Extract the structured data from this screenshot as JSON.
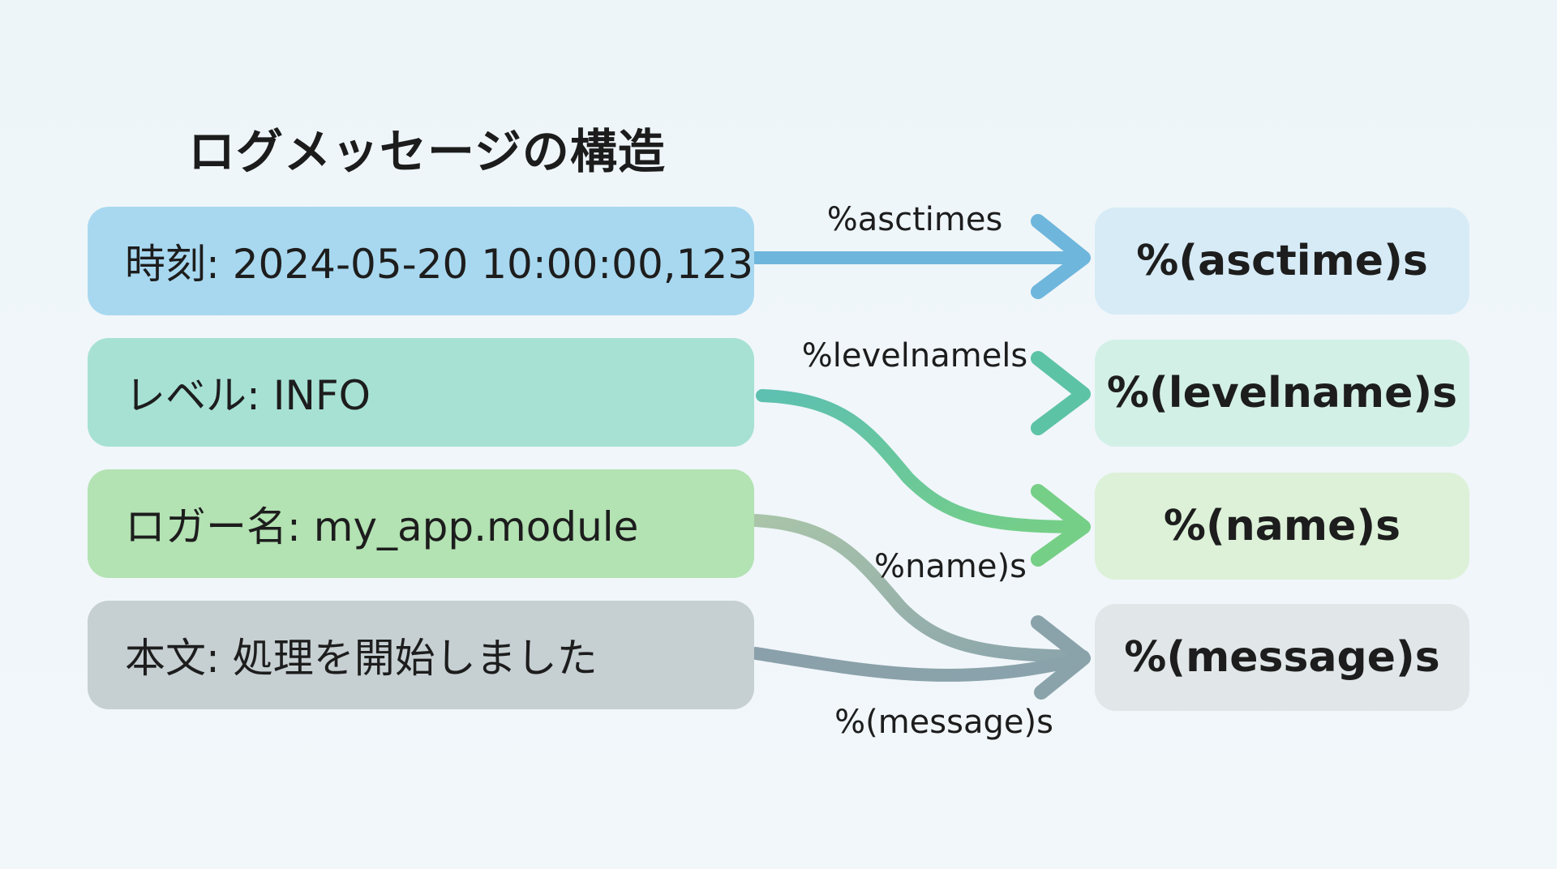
{
  "title": "ログメッセージの構造",
  "rows": [
    {
      "source": "時刻: 2024-05-20 10:00:00,123",
      "target": "%(asctime)s",
      "arrow_label": "%asctimes",
      "color": "#a8d8ef",
      "target_color": "#d6ebf6",
      "arrow_color": "#6fb6dc"
    },
    {
      "source": "レベル: INFO",
      "target": "%(levelname)s",
      "arrow_label": "%levelnamels",
      "color": "#a6e1d4",
      "target_color": "#d3f0e7",
      "arrow_color": "#5fc3a6"
    },
    {
      "source": "ロガー名: my_app.module",
      "target": "%(name)s",
      "arrow_label": "%name)s",
      "color": "#b3e2b3",
      "target_color": "#dcf1d8",
      "arrow_color": "#71cc87"
    },
    {
      "source": "本文: 処理を開始しました",
      "target": "%(message)s",
      "arrow_label": "%(message)s",
      "color": "#c6cfd2",
      "target_color": "#e1e6e8",
      "arrow_color": "#8aa4aa"
    }
  ]
}
